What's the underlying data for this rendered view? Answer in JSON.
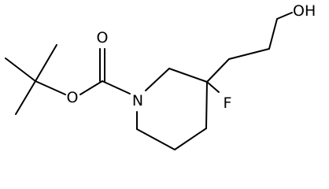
{
  "atoms": {
    "oxygen_carbonyl": "O",
    "oxygen_ester": "O",
    "nitrogen": "N",
    "fluorine": "F",
    "hydroxyl": "OH"
  }
}
